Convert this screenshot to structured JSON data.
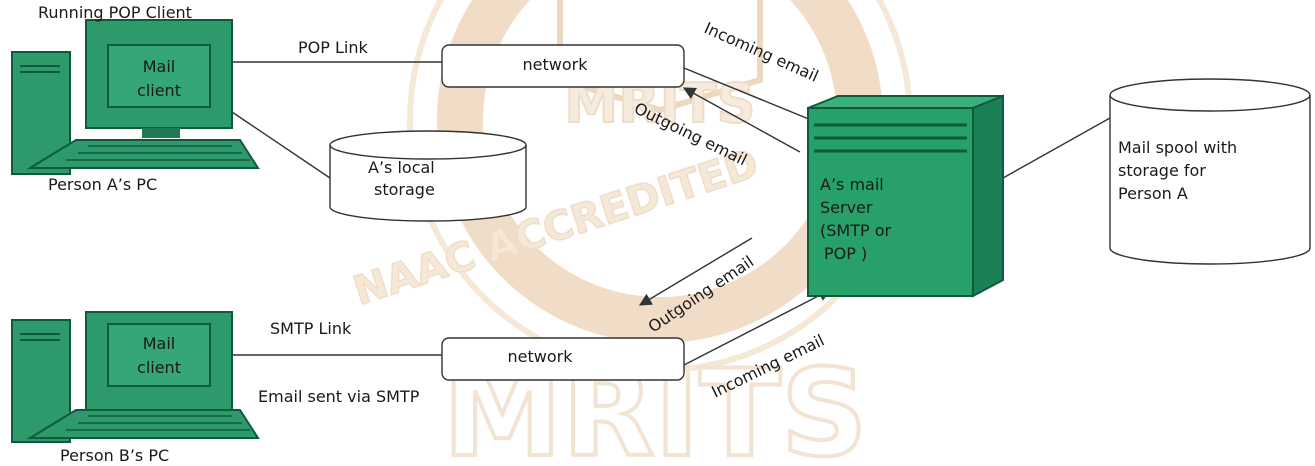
{
  "watermark": {
    "color": "#e8c9a8",
    "top_text": "MRITS",
    "bottom_text": "MRITS",
    "accredited": "NAAC ACCREDITED"
  },
  "colors": {
    "pc_green": "#2e9a6b",
    "pc_dark": "#0e5a3a",
    "server_green": "#27a06a",
    "line": "#333333"
  },
  "person_a_pc": {
    "caption_top": "Running POP Client",
    "screen_line1": "Mail",
    "screen_line2": "client",
    "caption_bottom": "Person A’s PC"
  },
  "person_b_pc": {
    "screen_line1": "Mail",
    "screen_line2": "client",
    "caption_bottom": "Person B’s PC"
  },
  "links": {
    "pop_link": "POP Link",
    "smtp_link": "SMTP Link",
    "sent_via": "Email sent via SMTP"
  },
  "networks": {
    "top": "network",
    "bottom": "network"
  },
  "local_storage": {
    "line1": "A’s local",
    "line2": "storage"
  },
  "server": {
    "line1": "A’s mail",
    "line2": "Server",
    "line3": "(SMTP or",
    "line4": "POP )"
  },
  "spool": {
    "line1": "Mail spool with",
    "line2": "storage for",
    "line3": "Person A"
  },
  "arrows": {
    "incoming_top": "Incoming email",
    "outgoing_top": "Outgoing email",
    "outgoing_bottom": "Outgoing email",
    "incoming_bottom": "Incoming email"
  }
}
